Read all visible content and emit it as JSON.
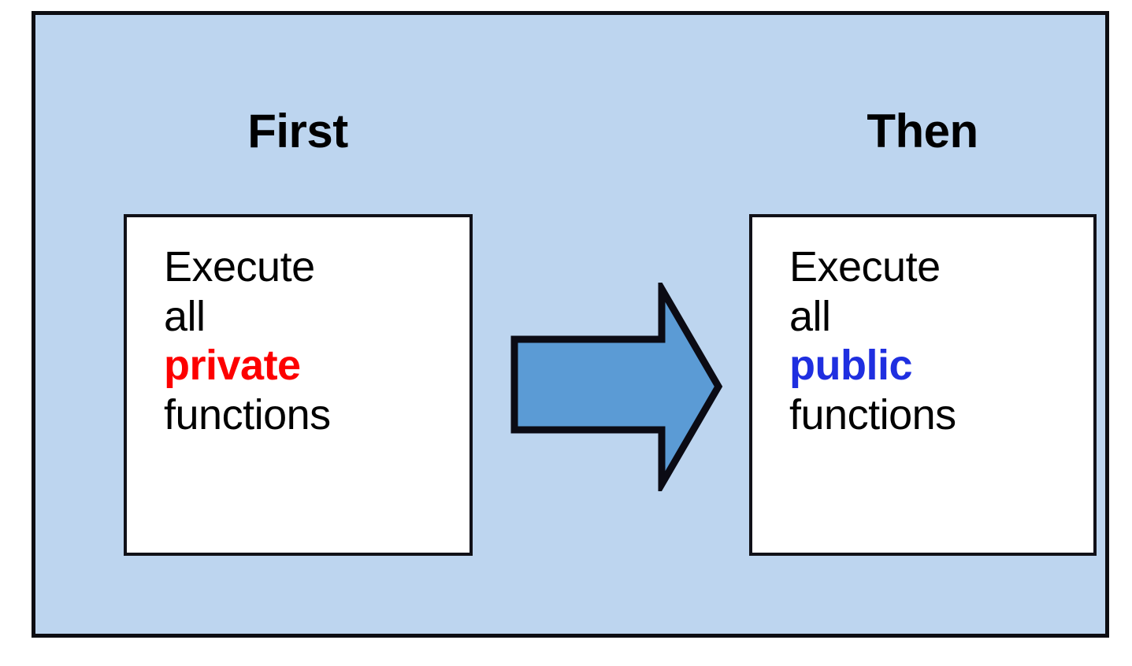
{
  "diagram": {
    "title_absent": true,
    "background_color": "#bdd5ef",
    "frame_border_color": "#0d0d12",
    "stages": [
      {
        "heading": "First",
        "box": {
          "border_color": "#111118",
          "fill_color": "#ffffff",
          "lines": [
            {
              "text": "Execute",
              "emphasis": false,
              "color": "#000000"
            },
            {
              "text": "all",
              "emphasis": false,
              "color": "#000000"
            },
            {
              "text": "private",
              "emphasis": true,
              "color": "#fd0000"
            },
            {
              "text": "functions",
              "emphasis": false,
              "color": "#000000"
            }
          ]
        }
      },
      {
        "heading": "Then",
        "box": {
          "border_color": "#111118",
          "fill_color": "#ffffff",
          "lines": [
            {
              "text": "Execute",
              "emphasis": false,
              "color": "#000000"
            },
            {
              "text": "all",
              "emphasis": false,
              "color": "#000000"
            },
            {
              "text": "public",
              "emphasis": true,
              "color": "#1f2fe0"
            },
            {
              "text": "functions",
              "emphasis": false,
              "color": "#000000"
            }
          ]
        }
      }
    ],
    "connector": {
      "kind": "block-arrow-right",
      "fill_color": "#5b9bd5",
      "outline_color": "#0b0b14",
      "direction": "left-to-right"
    }
  }
}
